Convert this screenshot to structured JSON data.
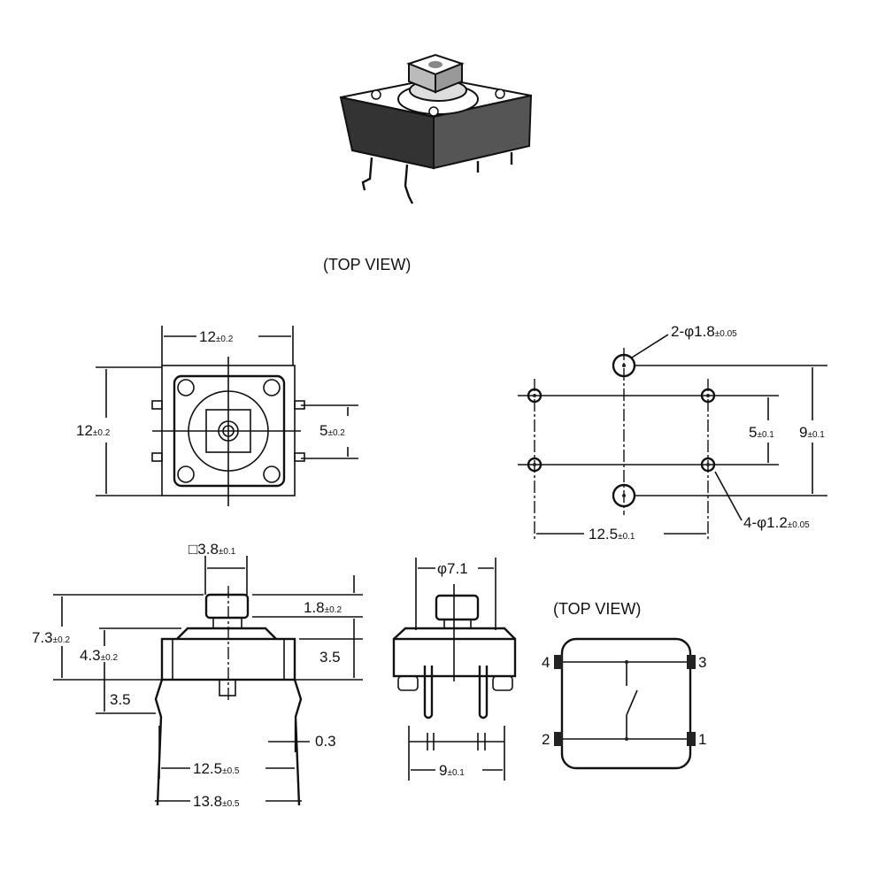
{
  "isometric": {
    "title": "(TOP VIEW)"
  },
  "top_view": {
    "width": {
      "main": "12",
      "tol": "±0.2"
    },
    "height": {
      "main": "12",
      "tol": "±0.2"
    },
    "pin_pitch": {
      "main": "5",
      "tol": "±0.2"
    }
  },
  "pcb_layout": {
    "large_holes": {
      "main": "2-φ1.8",
      "tol": "±0.05"
    },
    "small_holes": {
      "main": "4-φ1.2",
      "tol": "±0.05"
    },
    "vertical_pitch": {
      "main": "5",
      "tol": "±0.1"
    },
    "outer_pitch": {
      "main": "9",
      "tol": "±0.1"
    },
    "horizontal_pitch": {
      "main": "12.5",
      "tol": "±0.1"
    }
  },
  "side_view": {
    "actuator": {
      "main": "□3.8",
      "tol": "±0.1"
    },
    "actuator_height": {
      "main": "1.8",
      "tol": "±0.2"
    },
    "total_height": {
      "main": "7.3",
      "tol": "±0.2"
    },
    "body_height": {
      "main": "4.3",
      "tol": "±0.2"
    },
    "body_right": "3.5",
    "lead_length": "3.5",
    "lead_thickness": "0.3",
    "lead_pitch": {
      "main": "12.5",
      "tol": "±0.5"
    },
    "lead_span": {
      "main": "13.8",
      "tol": "±0.5"
    }
  },
  "front_view": {
    "cap_diameter": "φ7.1",
    "pin_pitch": {
      "main": "9",
      "tol": "±0.1"
    }
  },
  "schematic": {
    "title": "(TOP VIEW)",
    "pins": [
      "4",
      "3",
      "2",
      "1"
    ]
  }
}
